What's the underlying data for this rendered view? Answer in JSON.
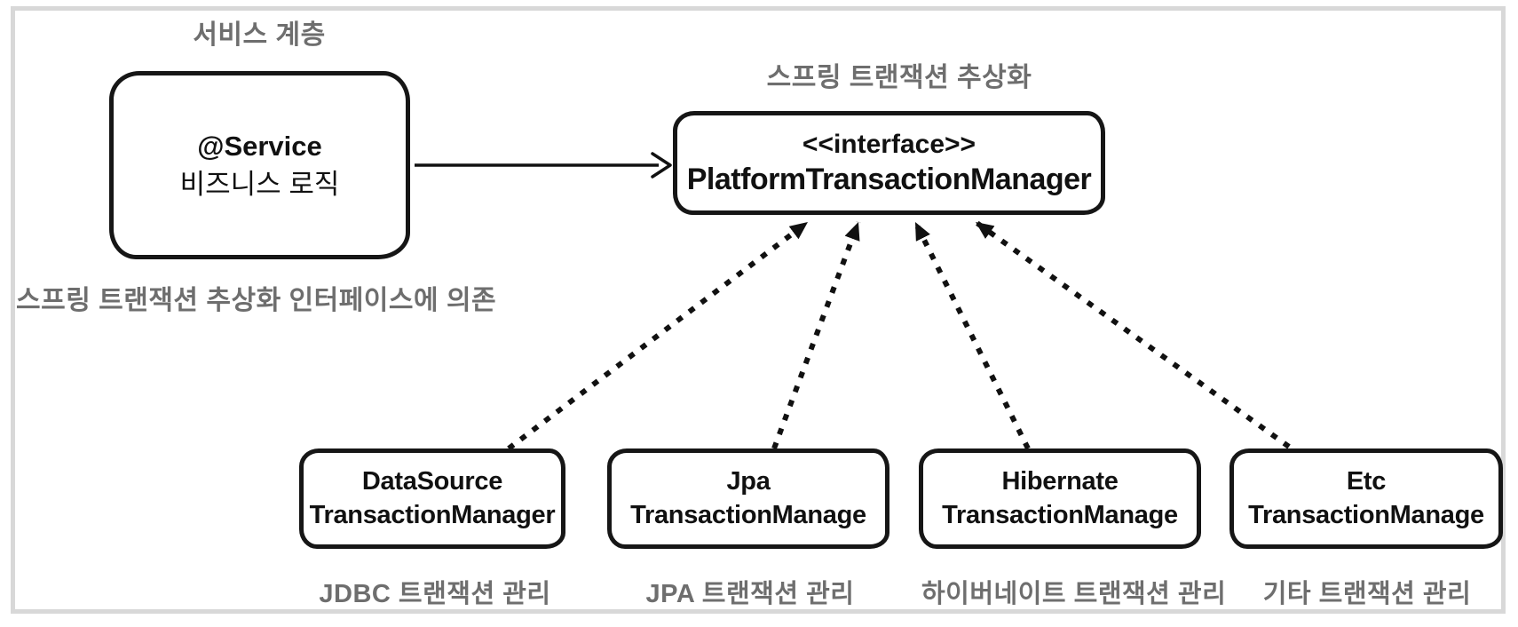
{
  "diagram": {
    "service_layer_label": "서비스 계층",
    "abstraction_label": "스프링 트랜잭션 추상화",
    "dependency_note": "스프링 트랜잭션 추상화 인터페이스에 의존",
    "service_box": {
      "line1": "@Service",
      "line2": "비즈니스 로직"
    },
    "interface_box": {
      "stereotype": "<<interface>>",
      "name": "PlatformTransactionManager"
    },
    "implementations": [
      {
        "line1": "DataSource",
        "line2": "TransactionManager",
        "caption": "JDBC 트랜잭션 관리"
      },
      {
        "line1": "Jpa",
        "line2": "TransactionManage",
        "caption": "JPA 트랜잭션 관리"
      },
      {
        "line1": "Hibernate",
        "line2": "TransactionManage",
        "caption": "하이버네이트 트랜잭션 관리"
      },
      {
        "line1": "Etc",
        "line2": "TransactionManage",
        "caption": "기타 트랜잭션 관리"
      }
    ],
    "colors": {
      "background": "#ffffff",
      "frame_border": "#d8d8d8",
      "box_border": "#161616",
      "box_text": "#111111",
      "label_gray": "#6e6e6e",
      "arrow": "#111111"
    }
  }
}
